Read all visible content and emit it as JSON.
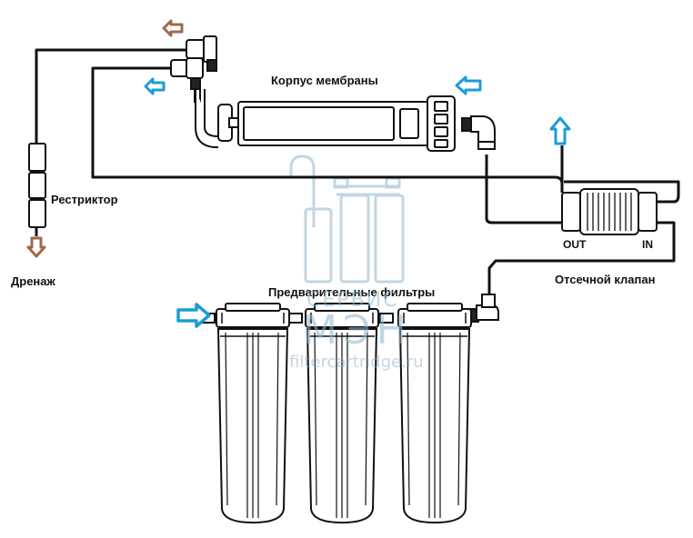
{
  "labels": {
    "membrane_housing": "Корпус мембраны",
    "restrictor": "Рестриктор",
    "drain": "Дренаж",
    "prefilters": "Предварительные фильтры",
    "shutoff_valve": "Отсечной клапан",
    "valve_out": "OUT",
    "valve_in": "IN"
  },
  "watermark": {
    "line1": "СЕРВИС",
    "line2": "МЭН",
    "line3": "filtercartridge.ru"
  },
  "colors": {
    "line": "#111111",
    "arrow_blue": "#1e9bd7",
    "arrow_brown": "#a0684a",
    "watermark": "#8fb6cf"
  },
  "icons": {
    "inlet_arrow": "arrow-right-icon",
    "outlet_arrow": "arrow-up-icon",
    "drain_arrow": "arrow-down-icon",
    "membrane_flow": "arrow-left-icon"
  }
}
